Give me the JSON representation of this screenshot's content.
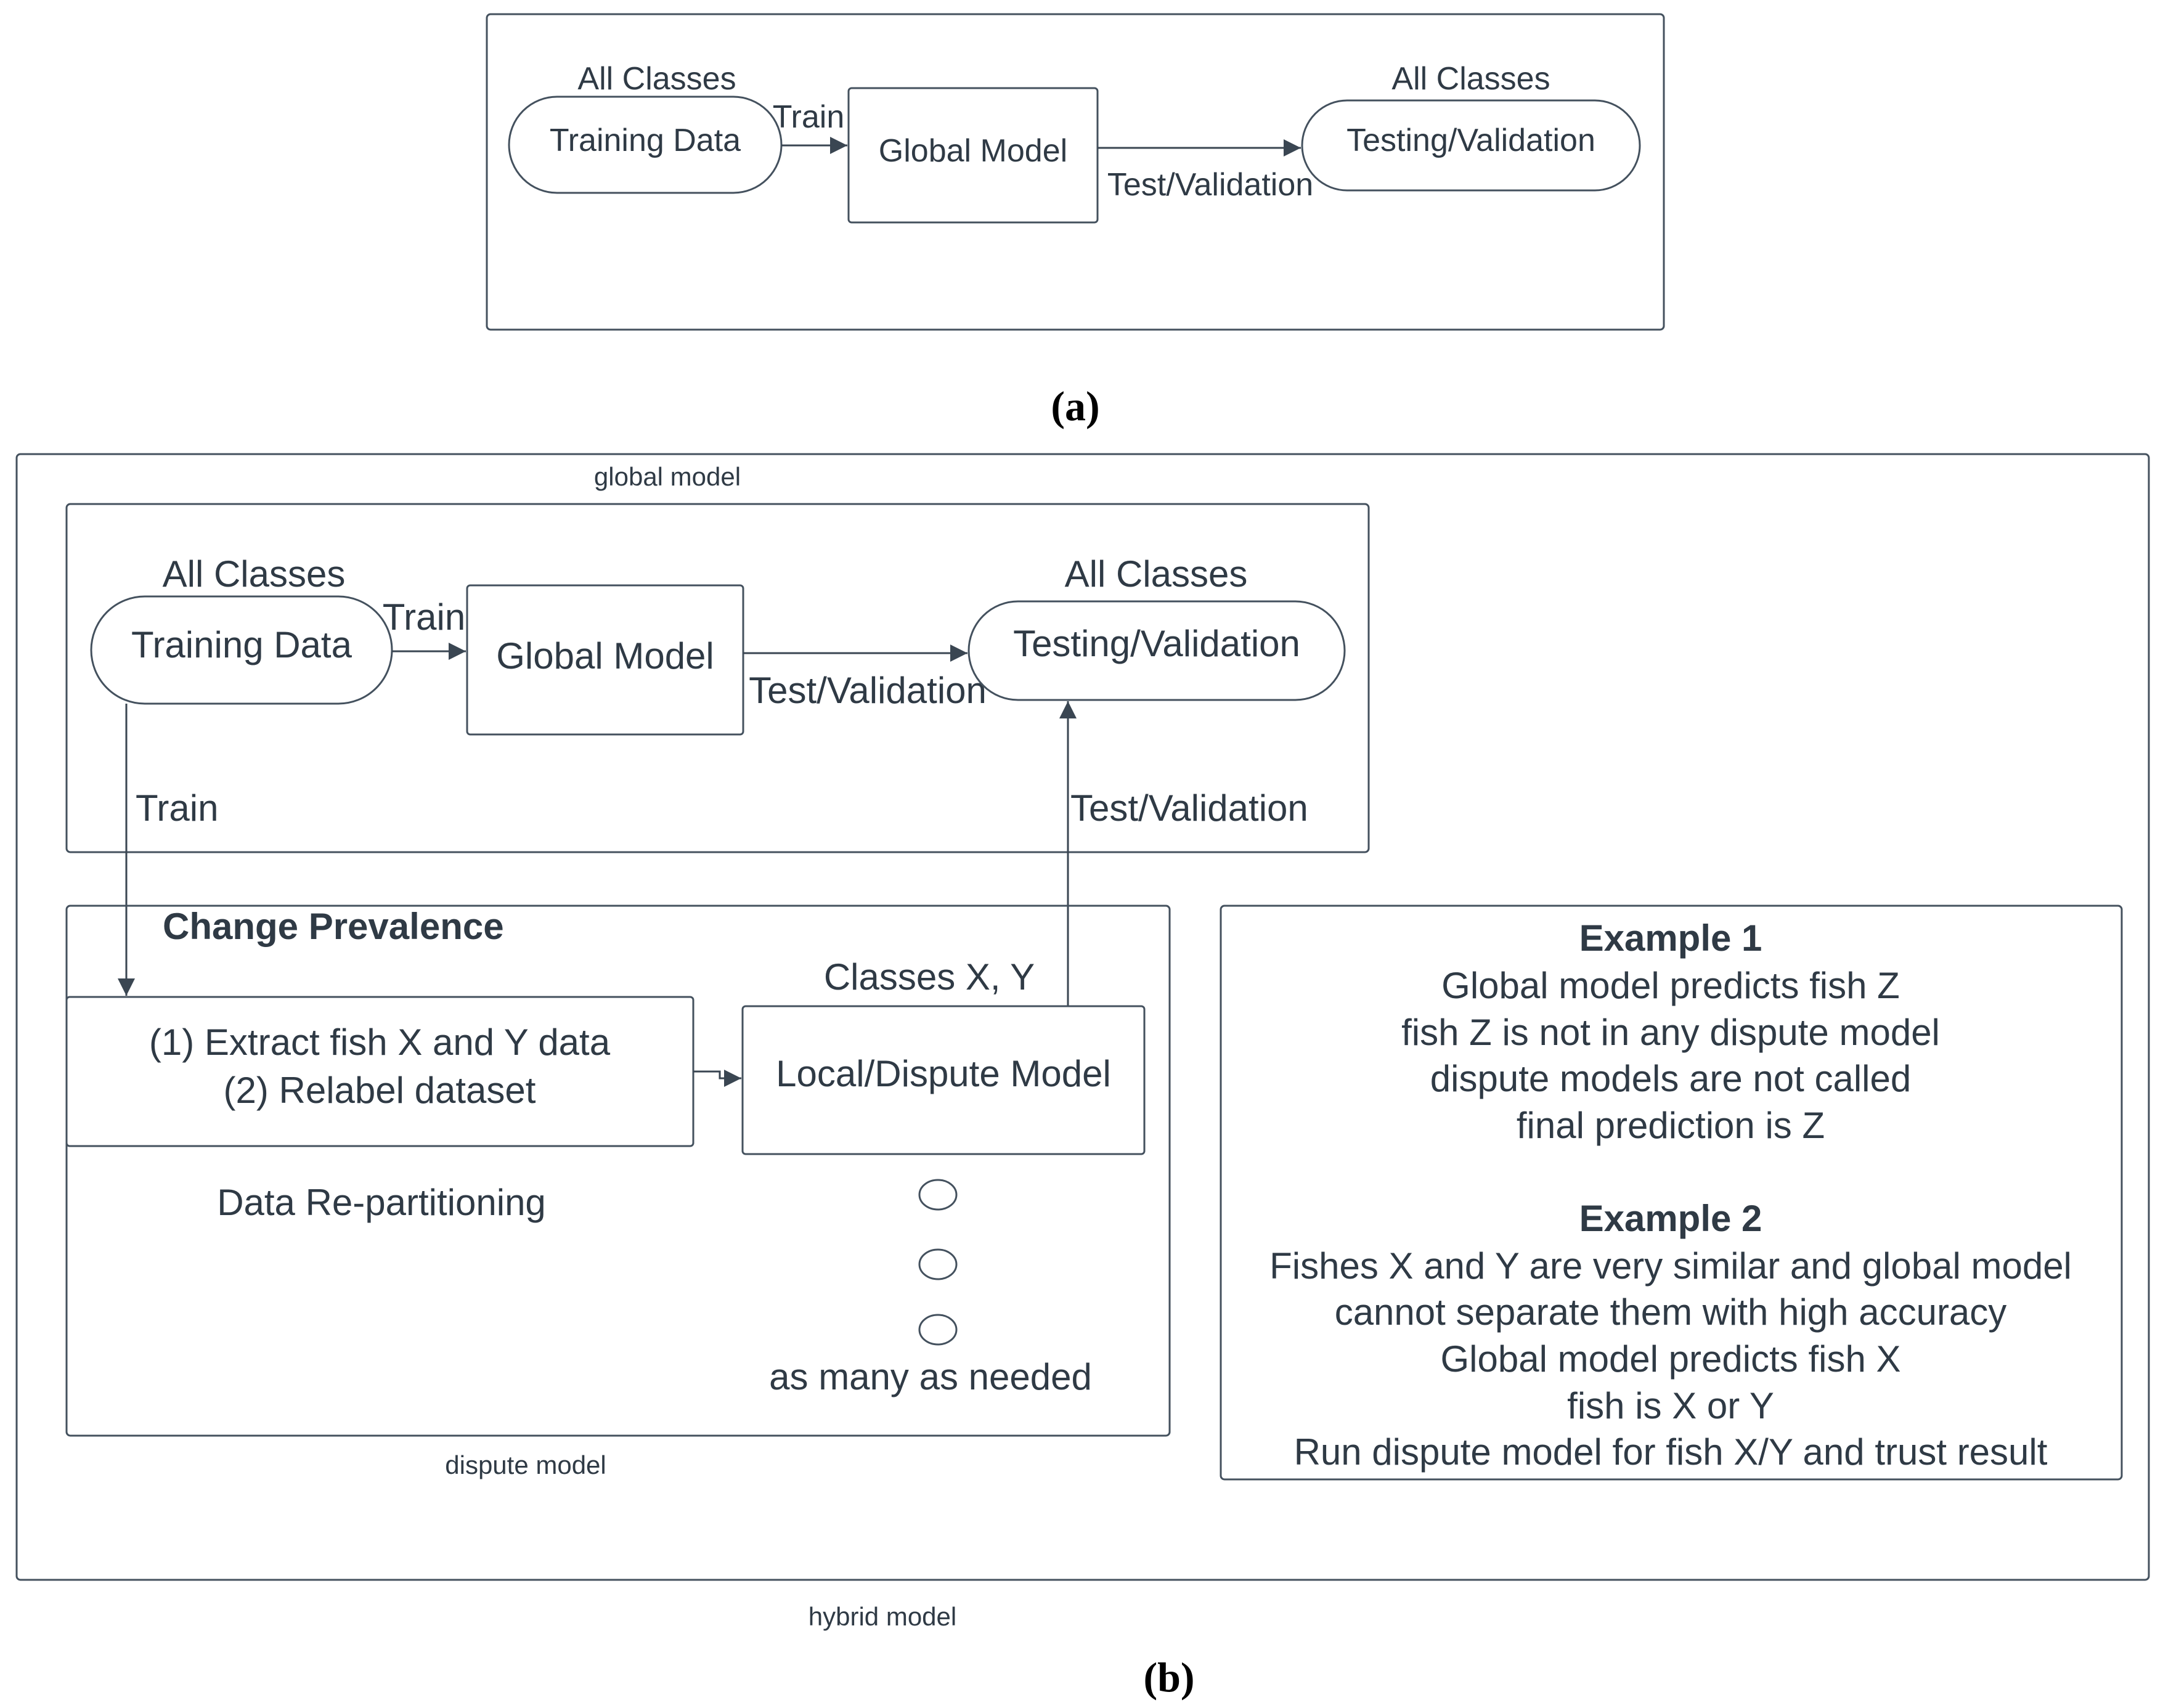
{
  "figure_a": {
    "caption": "(a)",
    "training_label": "All Classes",
    "training_node": "Training Data",
    "train_edge": "Train",
    "global_node": "Global Model",
    "test_edge": "Test/Validation",
    "testing_label": "All Classes",
    "testing_node": "Testing/Validation"
  },
  "figure_b": {
    "caption": "(b)",
    "hybrid_label": "hybrid model",
    "global_group": {
      "label": "global model",
      "training_label": "All Classes",
      "training_node": "Training Data",
      "train_edge": "Train",
      "global_node": "Global Model",
      "test_edge": "Test/Validation",
      "testing_label": "All Classes",
      "testing_node": "Testing/Validation"
    },
    "train_down_edge": "Train",
    "test_up_edge": "Test/Validation",
    "dispute_group": {
      "label": "dispute model",
      "title": "Change Prevalence",
      "extract_line1": "(1) Extract fish X and Y data",
      "extract_line2": "(2) Relabel dataset",
      "local_label": "Classes X, Y",
      "local_node": "Local/Dispute Model",
      "repartition_text": "Data Re-partitioning",
      "more_text": "as many as needed"
    },
    "examples": {
      "example1_title": "Example 1",
      "example1_lines": [
        "Global model predicts fish Z",
        "fish Z is not in any dispute model",
        "dispute models are not called",
        "final prediction is Z"
      ],
      "example2_title": "Example 2",
      "example2_lines": [
        "Fishes X and Y are very similar and global model",
        "cannot separate them with high accuracy",
        "Global model predicts fish X",
        "fish is X or Y",
        "Run dispute model for fish X/Y and trust result"
      ]
    }
  }
}
